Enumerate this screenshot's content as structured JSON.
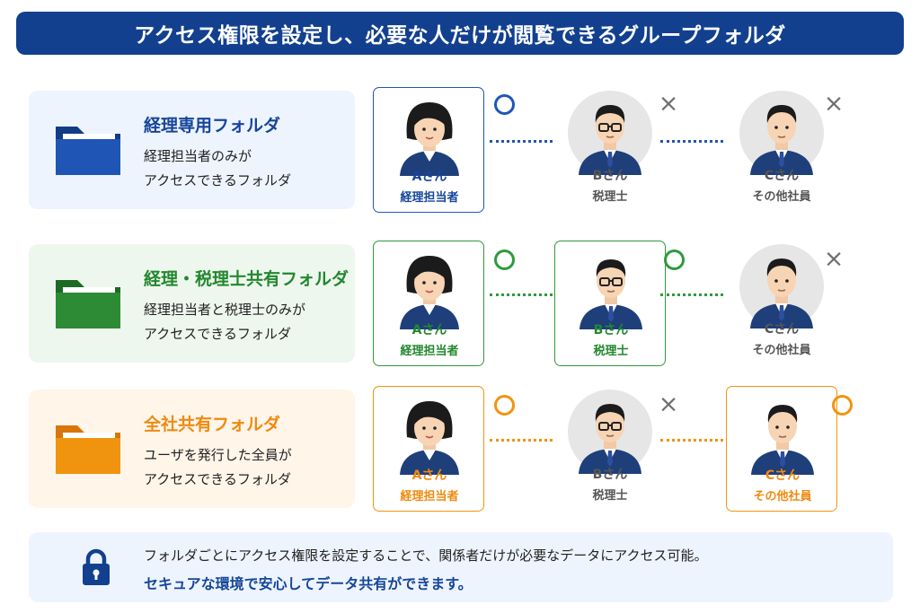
{
  "title": "アクセス権限を設定し、必要な人だけが閲覧できるグループフォルダ",
  "folders": [
    {
      "name": "経理専用フォルダ",
      "desc_line1": "経理担当者のみが",
      "desc_line2": "アクセスできるフォルダ",
      "color": "#1a4ea5",
      "access": [
        "ok",
        "ng",
        "ng"
      ],
      "people": [
        {
          "name": "Aさん",
          "role": "経理担当者"
        },
        {
          "name": "Bさん",
          "role": "税理士"
        },
        {
          "name": "Cさん",
          "role": "その他社員"
        }
      ]
    },
    {
      "name": "経理・税理士共有フォルダ",
      "desc_line1": "経理担当者と税理士のみが",
      "desc_line2": "アクセスできるフォルダ",
      "color": "#2e8b35",
      "access": [
        "ok",
        "ok",
        "ng"
      ],
      "people": [
        {
          "name": "Aさん",
          "role": "経理担当者"
        },
        {
          "name": "Bさん",
          "role": "税理士"
        },
        {
          "name": "Cさん",
          "role": "その他社員"
        }
      ]
    },
    {
      "name": "全社共有フォルダ",
      "desc_line1": "ユーザを発行した全員が",
      "desc_line2": "アクセスできるフォルダ",
      "color": "#f0940f",
      "access": [
        "ok",
        "ng",
        "ok"
      ],
      "people": [
        {
          "name": "Aさん",
          "role": "経理担当者"
        },
        {
          "name": "Bさん",
          "role": "税理士"
        },
        {
          "name": "Cさん",
          "role": "その他社員"
        }
      ]
    }
  ],
  "note": {
    "line1": "フォルダごとにアクセス権限を設定することで、関係者だけが必要なデータにアクセス可能。",
    "line2": "セキュアな環境で安心してデータ共有ができます。",
    "icon": "lock-icon"
  },
  "marks": {
    "ok": "○",
    "ng": "×"
  }
}
